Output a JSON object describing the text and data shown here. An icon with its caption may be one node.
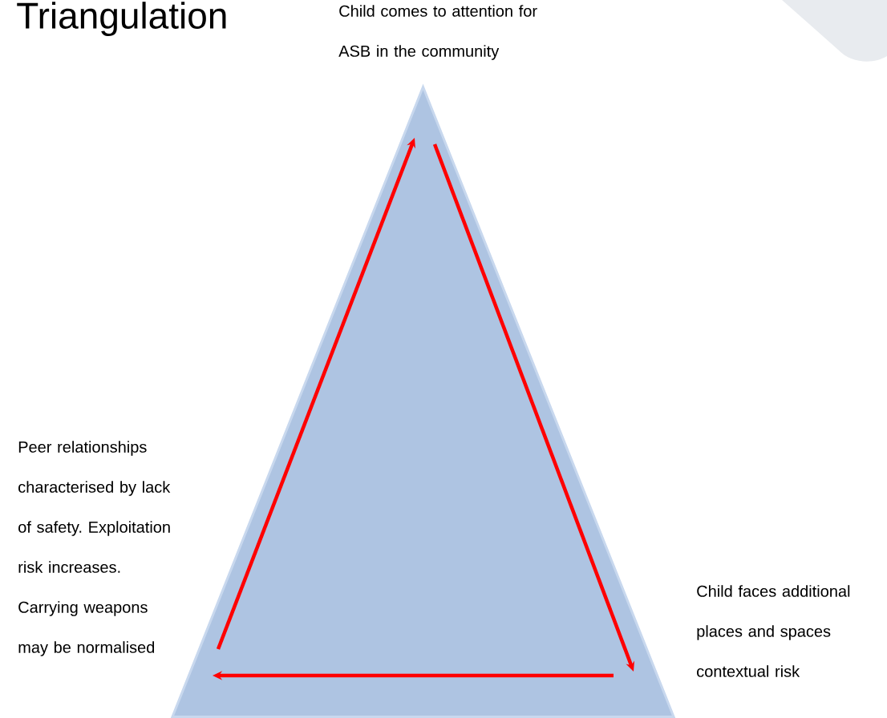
{
  "diagram": {
    "title": "Triangulation",
    "nodes": [
      {
        "text": [
          "Child comes to attention for ASB in the community"
        ]
      },
      {
        "text": [
          "Peer relationships characterised by lack of safety. Exploitation risk increases. Carrying weapons may be normalised"
        ]
      },
      {
        "text": [
          "Child faces additional places and spaces contextual risk"
        ]
      },
      {
        "text": [],
        "shape": "triangle"
      }
    ]
  }
}
